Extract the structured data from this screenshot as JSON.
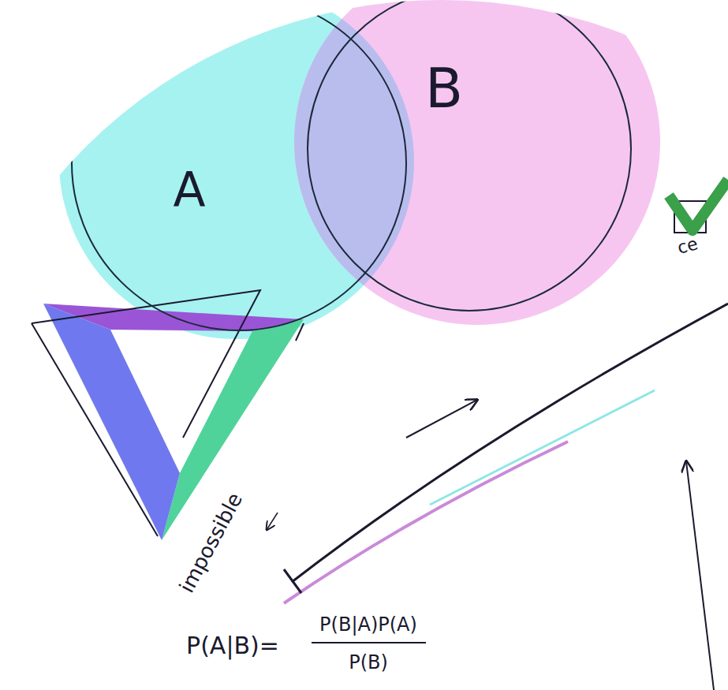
{
  "diagram": {
    "nodes": [
      {
        "text": [
          "A"
        ]
      },
      {
        "text": [
          "B"
        ]
      }
    ],
    "labels": [
      "impossible",
      "ce",
      "P(A|B)=",
      "P(B|A)P(A)",
      "P(B)"
    ]
  }
}
